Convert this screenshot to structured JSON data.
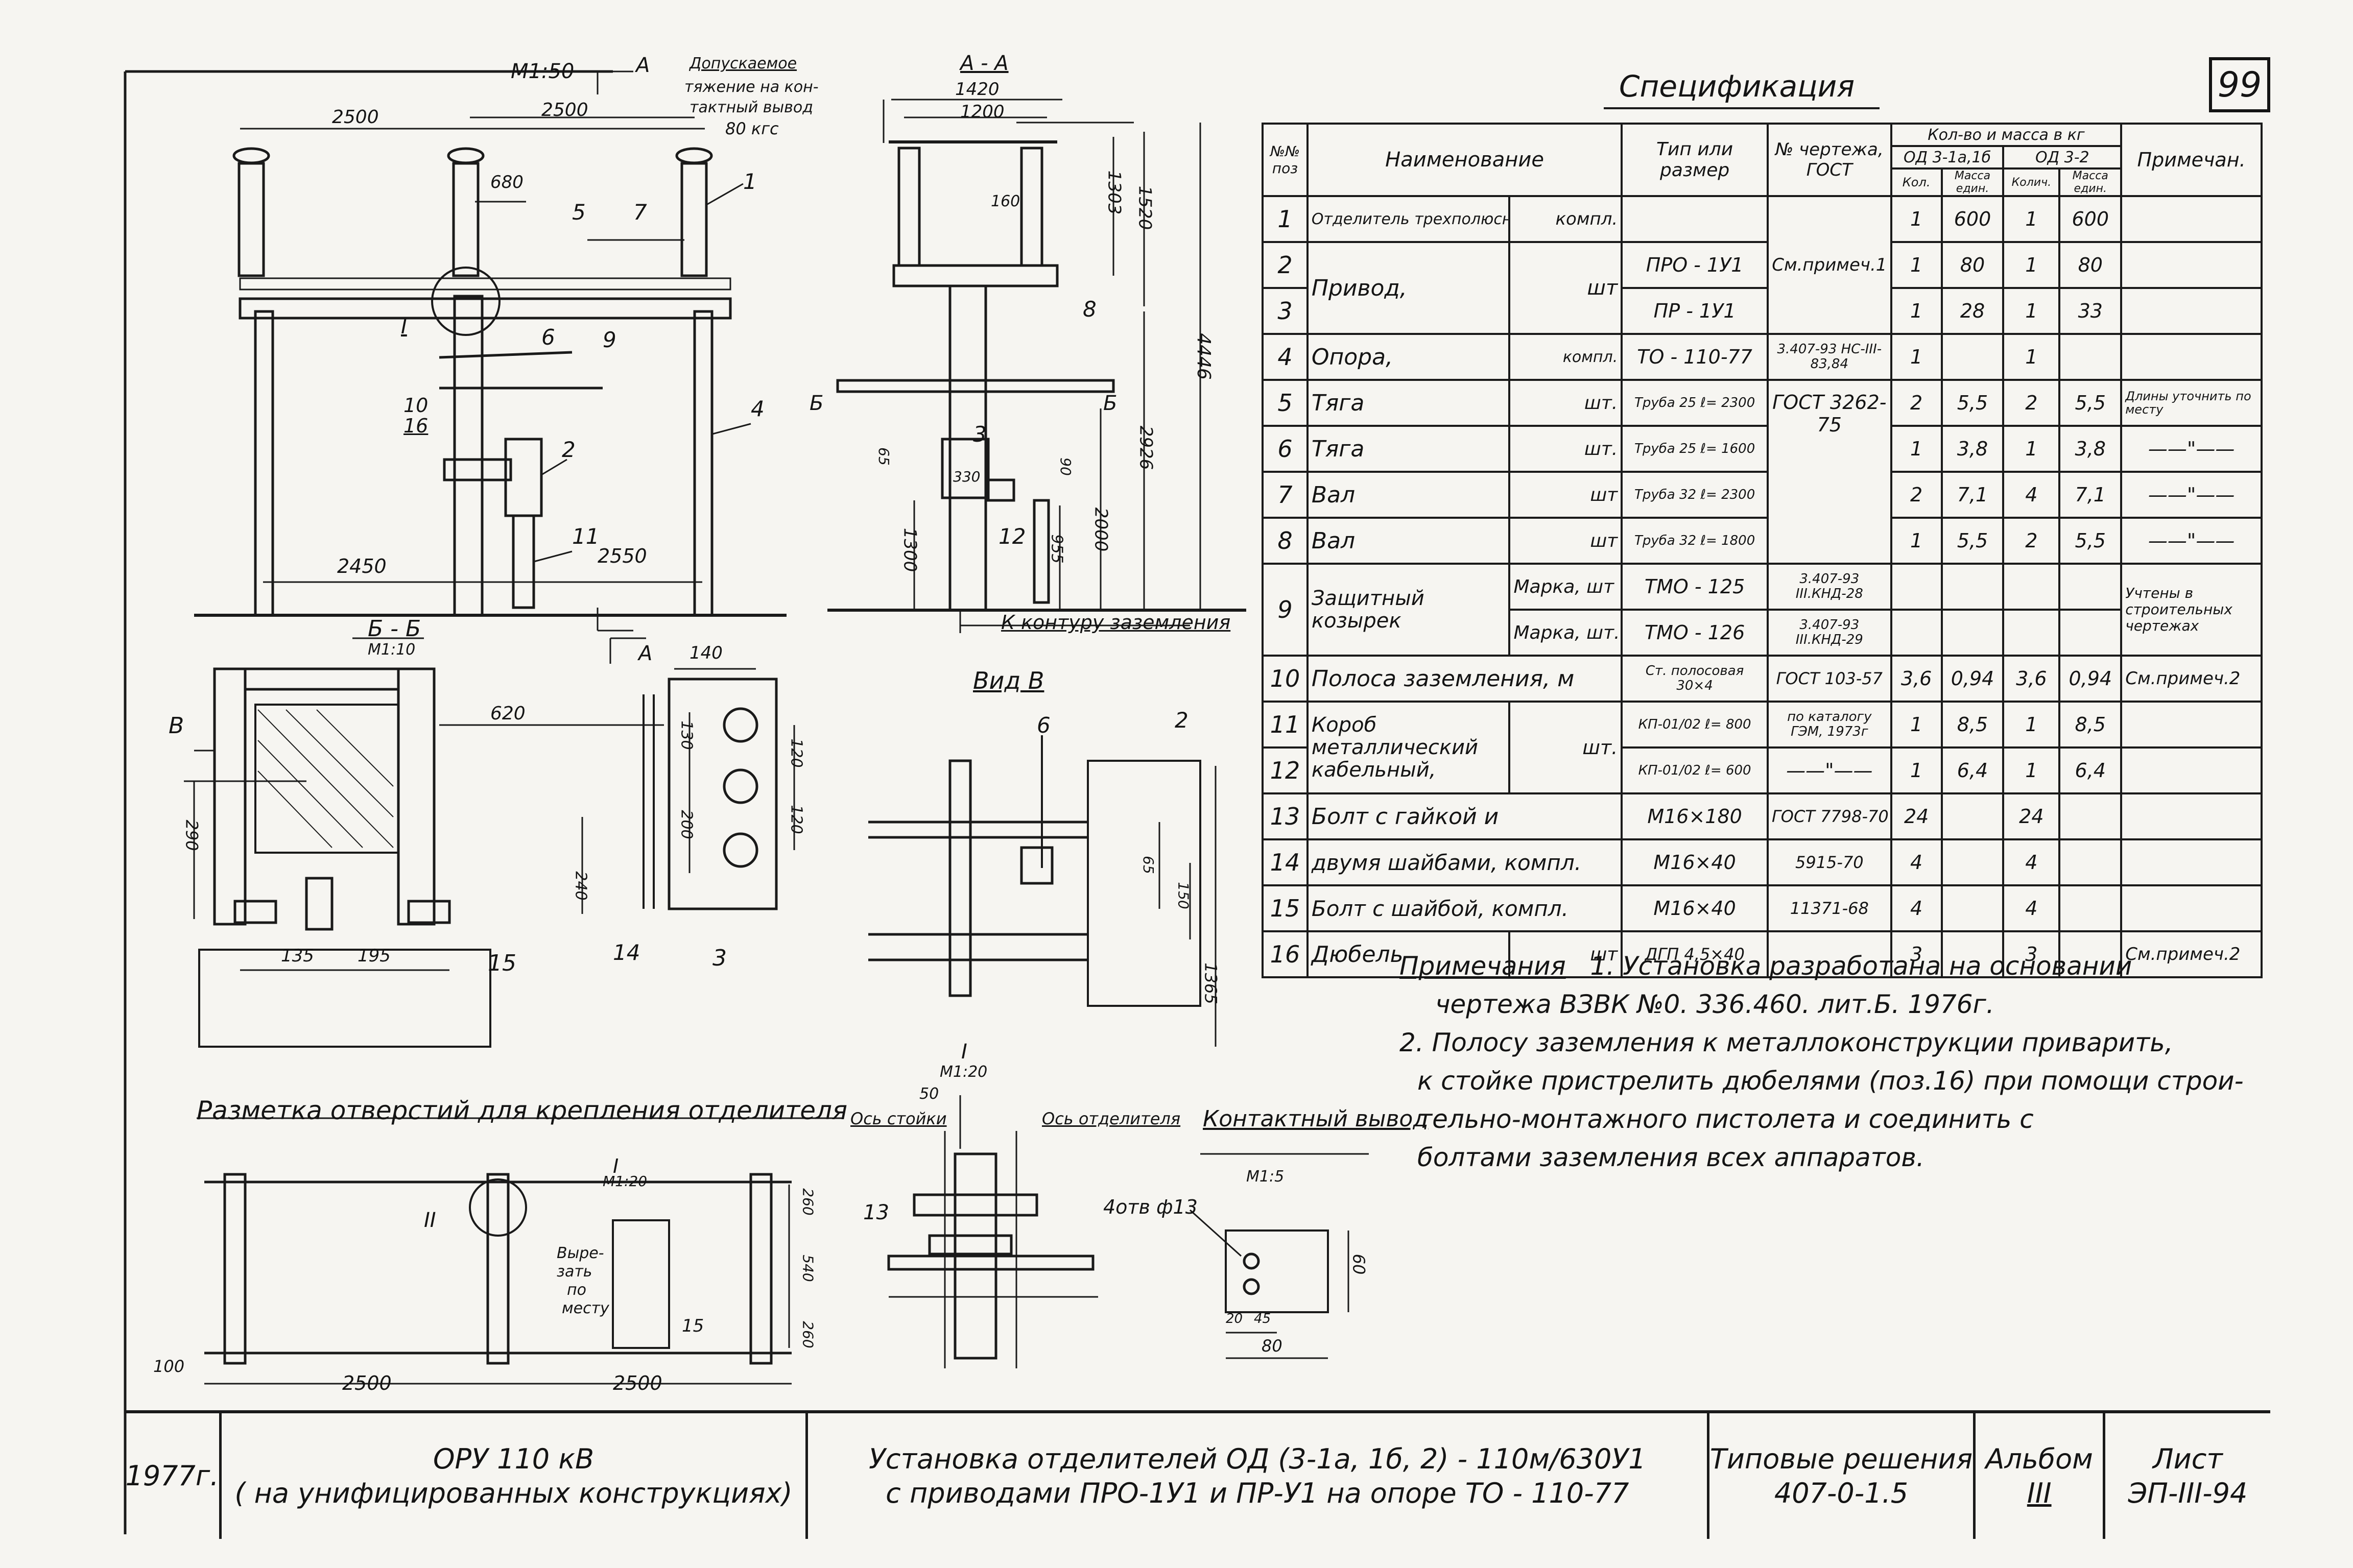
{
  "sheet_number": "99",
  "spec_title": "Спецификация",
  "spec_headers": {
    "pos": "№№ поз",
    "name": "Наименование",
    "type": "Тип или размер",
    "drawing": "№ чертежа, ГОСТ",
    "qty_group": "Кол-во и масса в кг",
    "od3": "ОД 3-1а,1б",
    "od32": "ОД 3-2",
    "qty": "Кол.",
    "mass_unit": "Масса един.",
    "qty2": "Колич.",
    "mass_unit2": "Масса един.",
    "note": "Примечан."
  },
  "spec_rows": [
    {
      "pos": "1",
      "name": "Отделитель трехполюсный,",
      "unit": "компл.",
      "type": "",
      "gost": "",
      "q1": "1",
      "m1": "600",
      "q2": "1",
      "m2": "600",
      "note": ""
    },
    {
      "pos": "2",
      "name": "Привод,",
      "unit": "шт",
      "type": "ПРО - 1У1",
      "gost": "См.примеч.1",
      "q1": "1",
      "m1": "80",
      "q2": "1",
      "m2": "80",
      "note": ""
    },
    {
      "pos": "3",
      "name": "",
      "unit": "",
      "type": "ПР - 1У1",
      "gost": "",
      "q1": "1",
      "m1": "28",
      "q2": "1",
      "m2": "33",
      "note": ""
    },
    {
      "pos": "4",
      "name": "Опора,",
      "unit": "компл.",
      "type": "ТО - 110-77",
      "gost": "3.407-93 НС-III-83,84",
      "q1": "1",
      "m1": "",
      "q2": "1",
      "m2": "",
      "note": ""
    },
    {
      "pos": "5",
      "name": "Тяга",
      "unit": "шт.",
      "type": "Труба 25 ℓ= 2300",
      "gost": "ГОСТ 3262-75",
      "q1": "2",
      "m1": "5,5",
      "q2": "2",
      "m2": "5,5",
      "note": "Длины уточнить по месту"
    },
    {
      "pos": "6",
      "name": "Тяга",
      "unit": "шт.",
      "type": "Труба 25 ℓ= 1600",
      "gost": "",
      "q1": "1",
      "m1": "3,8",
      "q2": "1",
      "m2": "3,8",
      "note": "——\"——"
    },
    {
      "pos": "7",
      "name": "Вал",
      "unit": "шт",
      "type": "Труба 32 ℓ= 2300",
      "gost": "",
      "q1": "2",
      "m1": "7,1",
      "q2": "4",
      "m2": "7,1",
      "note": "——\"——"
    },
    {
      "pos": "8",
      "name": "Вал",
      "unit": "шт",
      "type": "Труба 32 ℓ= 1800",
      "gost": "",
      "q1": "1",
      "m1": "5,5",
      "q2": "2",
      "m2": "5,5",
      "note": "——\"——"
    },
    {
      "pos": "9",
      "name": "Защитный козырек",
      "sub1": "Марка, шт",
      "sub2": "Марка, шт.",
      "type": "ТМО - 125",
      "type2": "ТМО - 126",
      "gost": "3.407-93 III.КНД-28",
      "gost2": "3.407-93 III.КНД-29",
      "q1": "",
      "m1": "",
      "q2": "",
      "m2": "",
      "note": "Учтены в строительных чертежах"
    },
    {
      "pos": "10",
      "name": "Полоса заземления, м",
      "unit": "",
      "type": "Ст. полосовая 30×4",
      "gost": "ГОСТ 103-57",
      "q1": "3,6",
      "m1": "0,94",
      "q2": "3,6",
      "m2": "0,94",
      "note": "См.примеч.2"
    },
    {
      "pos": "11",
      "name": "Короб металлический кабельный,",
      "unit": "шт.",
      "type": "КП-01/02 ℓ= 800",
      "gost": "по каталогу ГЭМ, 1973г",
      "q1": "1",
      "m1": "8,5",
      "q2": "1",
      "m2": "8,5",
      "note": ""
    },
    {
      "pos": "12",
      "name": "",
      "unit": "",
      "type": "КП-01/02 ℓ= 600",
      "gost": "——\"——",
      "q1": "1",
      "m1": "6,4",
      "q2": "1",
      "m2": "6,4",
      "note": ""
    },
    {
      "pos": "13",
      "name": "Болт с гайкой и",
      "unit": "",
      "type": "М16×180",
      "gost": "ГОСТ 7798-70",
      "q1": "24",
      "m1": "",
      "q2": "24",
      "m2": "",
      "note": ""
    },
    {
      "pos": "14",
      "name": "двумя шайбами, компл.",
      "unit": "",
      "type": "М16×40",
      "gost": "5915-70",
      "q1": "4",
      "m1": "",
      "q2": "4",
      "m2": "",
      "note": ""
    },
    {
      "pos": "15",
      "name": "Болт с шайбой, компл.",
      "unit": "",
      "type": "М16×40",
      "gost": "11371-68",
      "q1": "4",
      "m1": "",
      "q2": "4",
      "m2": "",
      "note": ""
    },
    {
      "pos": "16",
      "name": "Дюбель",
      "unit": "шт",
      "type": "ДГП 4,5×40",
      "gost": "",
      "q1": "3",
      "m1": "",
      "q2": "3",
      "m2": "",
      "note": "См.примеч.2"
    }
  ],
  "notes": {
    "header": "Примечания",
    "lines": [
      "1. Установка разработана на основании",
      "чертежа ВЗВК №0. 336.460. лит.Б. 1976г.",
      "2. Полосу заземления к металлоконструкции приварить,",
      "к стойке пристрелить дюбелями (поз.16) при помощи строи-",
      "тельно-монтажного пистолета и соединить с",
      "болтами заземления всех аппаратов."
    ]
  },
  "title_block": {
    "year": "1977г.",
    "object_line1": "ОРУ 110 кВ",
    "object_line2": "( на унифицированных конструкциях)",
    "title_line1": "Установка отделителей ОД (3-1а, 1б, 2) - 110м/630У1",
    "title_line2": "с приводами ПРО-1У1 и ПР-У1 на опоре ТО - 110-77",
    "typical_line1": "Типовые решения",
    "typical_line2": "407-0-1.5",
    "album_line1": "Альбом",
    "album_line2": "III",
    "sheet_line1": "Лист",
    "sheet_line2": "ЭП-III-94"
  },
  "drawing_labels": {
    "scale_main": "М1:50",
    "section_a_mark": "А",
    "note_allowed": "Допускаемое",
    "note_pull": "тяжение на кон-",
    "note_pull2": "тактный вывод",
    "note_pull3": "80 кгс",
    "dim_2500a": "2500",
    "dim_2500b": "2500",
    "dim_680": "680",
    "dim_2450": "2450",
    "dim_2550": "2550",
    "section_aa": "А - А",
    "dim_1420": "1420",
    "dim_1200": "1200",
    "dim_160": "160",
    "dim_1303": "1303",
    "dim_1520": "1520",
    "dim_4446": "4446",
    "dim_2926": "2926",
    "dim_2000": "2000",
    "dim_1300": "1300",
    "dim_955": "955",
    "dim_330": "330",
    "dim_65": "65",
    "dim_90": "90",
    "ground_contour": "К контуру заземления",
    "section_bb": "Б - Б",
    "scale_bb": "М1:10",
    "mark_b": "Б",
    "dim_620": "620",
    "dim_140": "140",
    "dim_130": "130",
    "dim_200": "200",
    "dim_240": "240",
    "dim_290": "290",
    "dim_135": "135",
    "dim_195": "195",
    "dim_120a": "120",
    "dim_120b": "120",
    "view_v": "Вид В",
    "mark_v": "В",
    "dim_65b": "65",
    "dim_150": "150",
    "dim_1365": "1365",
    "holes_title": "Разметка отверстий для крепления отделителя",
    "mark_I": "I",
    "mark_II": "II",
    "scale_I": "М1:20",
    "dim_50": "50",
    "axis_post": "Ось стойки",
    "axis_sep": "Ось отделителя",
    "contact_title": "Контактный вывод",
    "scale_contact": "М1:5",
    "holes_note": "4отв ф13",
    "dim_60": "60",
    "dim_20": "20",
    "dim_45": "45",
    "dim_80": "80",
    "scale_II": "М1:20",
    "cut_note1": "Выре-",
    "cut_note2": "зать",
    "cut_note3": "по",
    "cut_note4": "месту",
    "dim_100": "100",
    "dim_2500c": "2500",
    "dim_2500d": "2500",
    "dim_260a": "260",
    "dim_540": "540",
    "dim_260b": "260",
    "pos_labels": [
      "1",
      "2",
      "3",
      "4",
      "5",
      "6",
      "7",
      "8",
      "9",
      "10",
      "11",
      "12",
      "13",
      "14",
      "15",
      "16"
    ]
  }
}
